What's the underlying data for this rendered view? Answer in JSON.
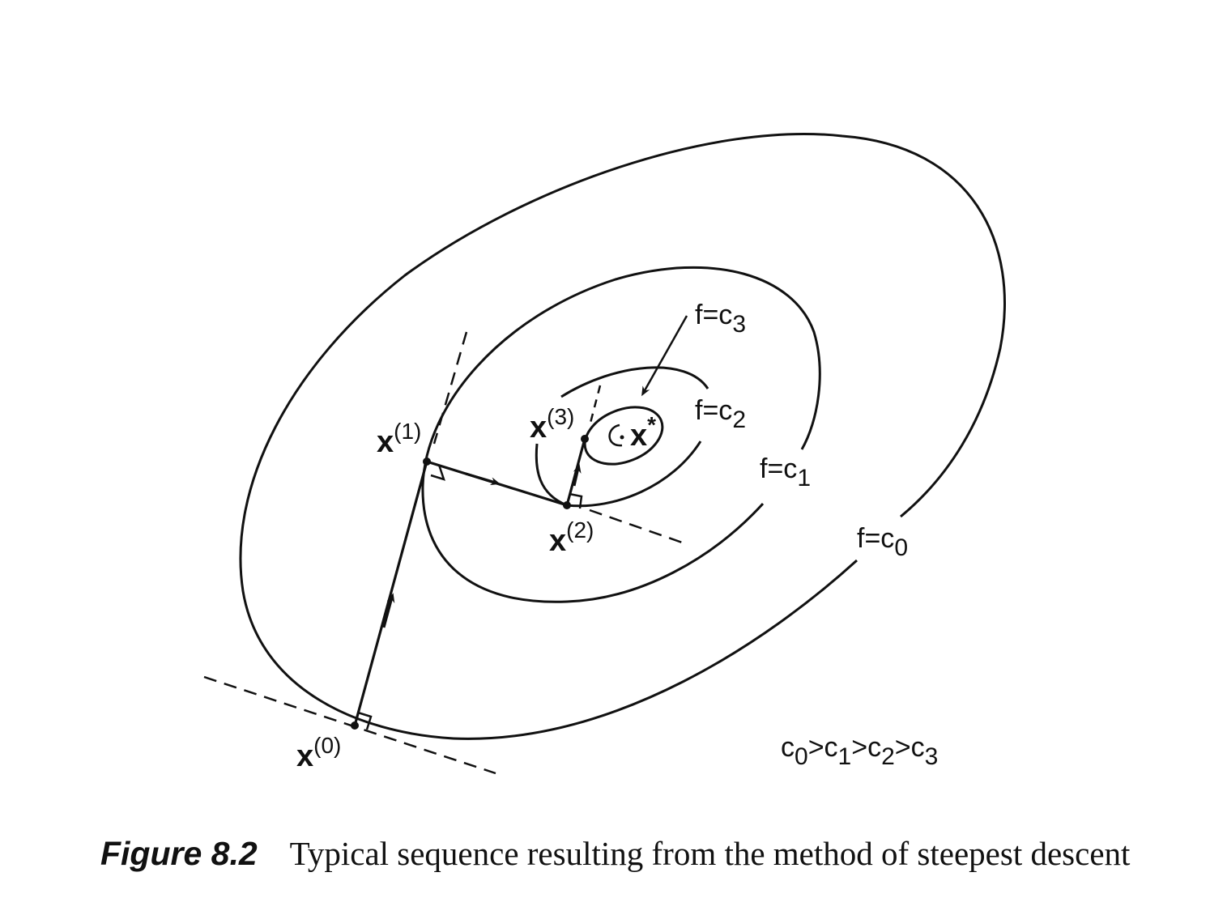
{
  "labels": {
    "x0": {
      "base": "x",
      "sup": "(0)"
    },
    "x1": {
      "base": "x",
      "sup": "(1)"
    },
    "x2": {
      "base": "x",
      "sup": "(2)"
    },
    "x3": {
      "base": "x",
      "sup": "(3)"
    },
    "xstar": {
      "base": "x",
      "sup": "*"
    }
  },
  "contours": {
    "c0": {
      "f": "f=c",
      "sub": "0"
    },
    "c1": {
      "f": "f=c",
      "sub": "1"
    },
    "c2": {
      "f": "f=c",
      "sub": "2"
    },
    "c3": {
      "f": "f=c",
      "sub": "3"
    }
  },
  "ordering": {
    "parts": [
      {
        "c": "c",
        "sub": "0",
        "op": ">"
      },
      {
        "c": "c",
        "sub": "1",
        "op": ">"
      },
      {
        "c": "c",
        "sub": "2",
        "op": ">"
      },
      {
        "c": "c",
        "sub": "3",
        "op": ""
      }
    ]
  },
  "caption": {
    "figure": "Figure 8.2",
    "text": "Typical sequence resulting from the method of steepest descent"
  }
}
